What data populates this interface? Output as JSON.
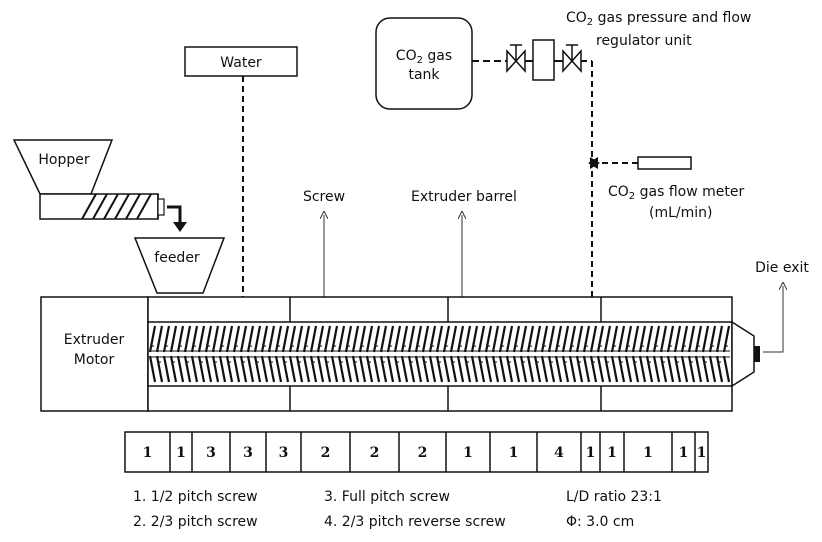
{
  "labels": {
    "water": "Water",
    "co2_tank_line1": "CO",
    "co2_tank_line1_sub": "2",
    "co2_tank_line1_rest": " gas",
    "co2_tank_line2": "tank",
    "regulator_line1_pre": "CO",
    "regulator_line1_sub": "2",
    "regulator_line1_rest": " gas pressure and flow",
    "regulator_line2": "regulator unit",
    "flow_meter_line1_pre": "CO",
    "flow_meter_line1_sub": "2",
    "flow_meter_line1_rest": " gas flow meter",
    "flow_meter_line2": "(mL/min)",
    "hopper": "Hopper",
    "feeder": "feeder",
    "screw": "Screw",
    "extruder_barrel": "Extruder barrel",
    "die_exit": "Die exit",
    "motor_line1": "Extruder",
    "motor_line2": "Motor"
  },
  "screw_segments": [
    "1",
    "1",
    "3",
    "3",
    "3",
    "2",
    "2",
    "2",
    "1",
    "1",
    "4",
    "1",
    "1",
    "1",
    "1",
    "1"
  ],
  "legend": {
    "item1": "1. 1/2 pitch screw",
    "item2": "2. 2/3 pitch screw",
    "item3": "3. Full pitch screw",
    "item4": "4. 2/3 pitch reverse screw",
    "ld_ratio": "L/D ratio 23:1",
    "diameter": "Φ: 3.0 cm"
  }
}
